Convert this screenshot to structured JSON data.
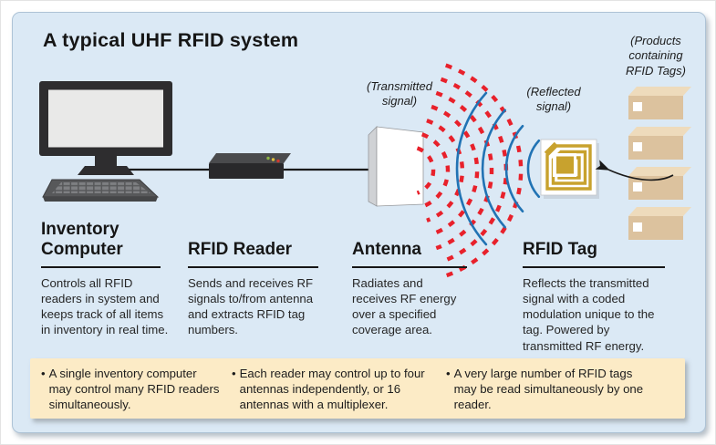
{
  "title": "A typical UHF RFID system",
  "labels": {
    "transmitted": "(Transmitted\nsignal)",
    "reflected": "(Reflected\nsignal)",
    "products": "(Products\ncontaining\nRFID Tags)"
  },
  "components": [
    {
      "heading": "Inventory Computer",
      "description": "Controls all RFID readers in system and keeps track of all items in inventory in real time."
    },
    {
      "heading": "RFID Reader",
      "description": "Sends and receives RF signals to/from antenna and extracts RFID tag numbers."
    },
    {
      "heading": "Antenna",
      "description": "Radiates and receives RF energy over a specified coverage area."
    },
    {
      "heading": "RFID Tag",
      "description": "Reflects the transmitted signal with a coded modulation unique to the tag. Powered by transmitted RF energy."
    }
  ],
  "notes": {
    "bullet": "•",
    "items": [
      {
        "text": "A single inventory computer may control many RFID readers simultaneously."
      },
      {
        "text": "Each reader may control up to four antennas independently, or 16 antennas with a multiplexer."
      },
      {
        "text": "A very large number of RFID tags may be read simultaneously by one reader."
      }
    ]
  },
  "colors": {
    "panel_bg": "#dbe9f5",
    "transmitted_signal_red": "#e8212b",
    "reflected_signal_blue": "#2173b4",
    "tag_gold": "#c8a22e",
    "carton_tan": "#dcc29e",
    "notes_bg": "#fcebc6"
  }
}
